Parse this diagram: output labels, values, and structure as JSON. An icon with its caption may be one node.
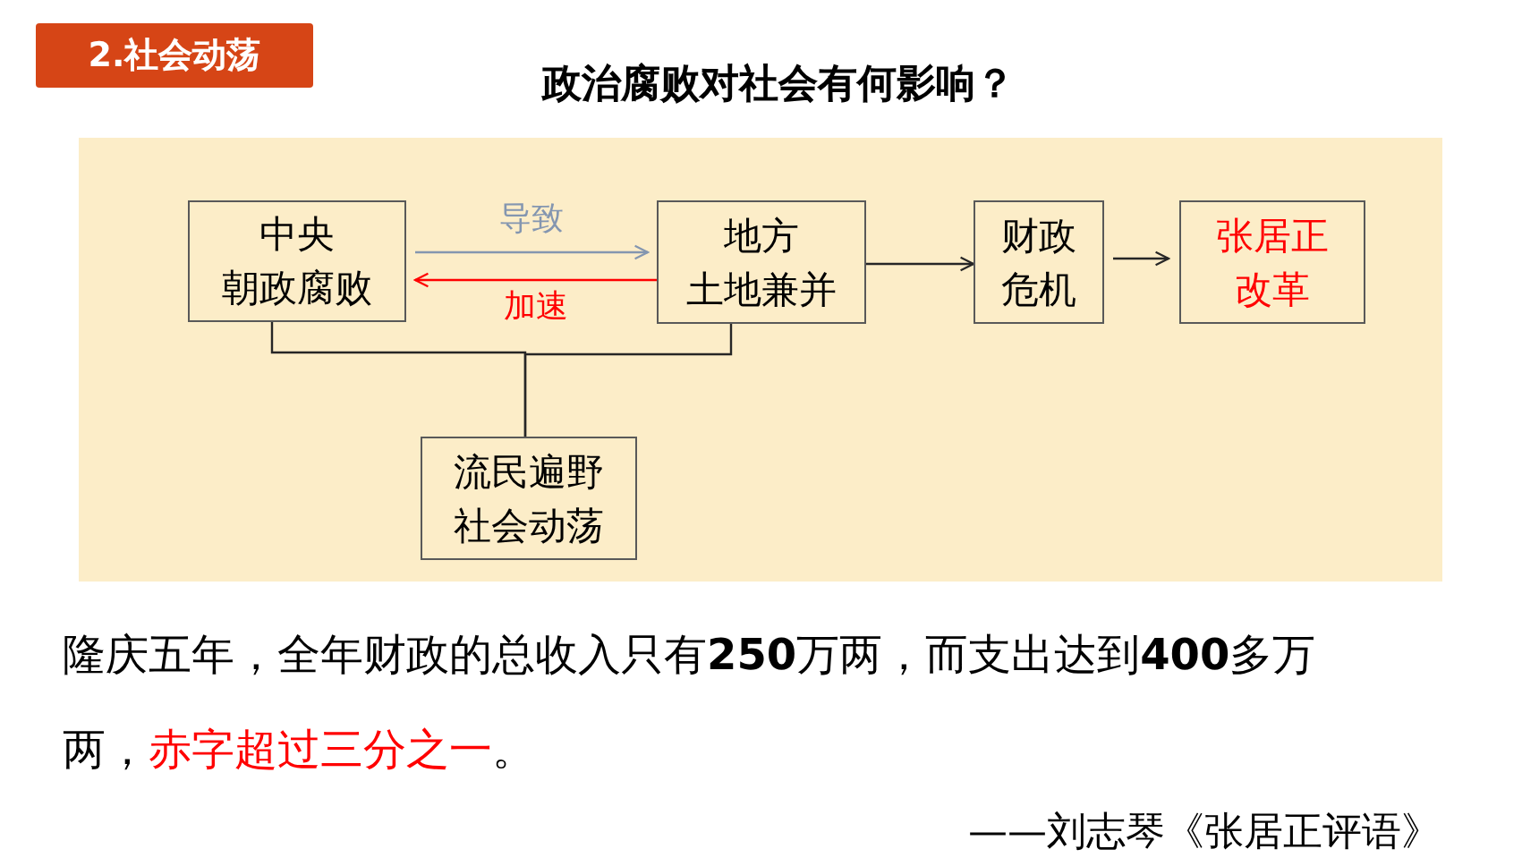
{
  "diagram": {
    "title": "政治腐败对社会有何影响？",
    "nodes": [
      {
        "text": [
          "中央朝政腐败"
        ]
      },
      {
        "text": [
          "地方土地兼并"
        ]
      },
      {
        "text": [
          "财政危机"
        ]
      },
      {
        "text": [
          "张居正改革"
        ]
      },
      {
        "text": [
          "流民遍野社会动荡"
        ]
      }
    ],
    "edges": [
      {
        "from": 0,
        "to": 1,
        "arrow": "to",
        "label": "导致",
        "color": "#8496b0"
      },
      {
        "from": 1,
        "to": 0,
        "arrow": "to",
        "label": "加速",
        "color": "#ff0000"
      },
      {
        "from": 1,
        "to": 2,
        "arrow": "to"
      },
      {
        "from": 2,
        "to": 3,
        "arrow": "to"
      },
      {
        "from": 0,
        "to": 4,
        "arrow": "none"
      },
      {
        "from": 1,
        "to": 4,
        "arrow": "none"
      }
    ],
    "labels": [
      "2.社会动荡",
      "隆庆五年，全年财政的总收入只有**250**万两，而支出达到**400**多万两，",
      "赤字超过三分之一",
      "。",
      "——刘志琴《张居正评语》"
    ]
  }
}
